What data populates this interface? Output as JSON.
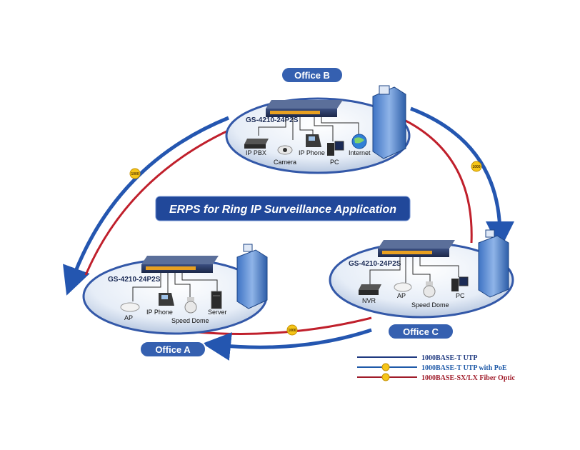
{
  "title": "ERPS for Ring IP Surveillance Application",
  "offices": {
    "a": {
      "name": "Office A",
      "switch": "GS-4210-24P2S",
      "devices": {
        "ap": "AP",
        "phone": "IP Phone",
        "dome": "Speed Dome",
        "server": "Server"
      }
    },
    "b": {
      "name": "Office B",
      "switch": "GS-4210-24P2S",
      "devices": {
        "pbx": "IP PBX",
        "camera": "Camera",
        "phone": "IP Phone",
        "pc": "PC",
        "internet": "Internet"
      }
    },
    "c": {
      "name": "Office C",
      "switch": "GS-4210-24P2S",
      "devices": {
        "nvr": "NVR",
        "ap": "AP",
        "dome": "Speed Dome",
        "pc": "PC"
      }
    }
  },
  "link_badge": "1000",
  "legend": [
    {
      "label": "1000BASE-T UTP",
      "color": "#1f3a80"
    },
    {
      "label": "1000BASE-T UTP with PoE",
      "color": "#1f5aa8"
    },
    {
      "label": "1000BASE-SX/LX Fiber Optic",
      "color": "#a01c2a"
    }
  ],
  "colors": {
    "ring_blue": "#2456b0",
    "fiber_red": "#c0202c",
    "office_pill": "#3560b0",
    "title_box": "#21489a",
    "badge": "#f5c518"
  }
}
